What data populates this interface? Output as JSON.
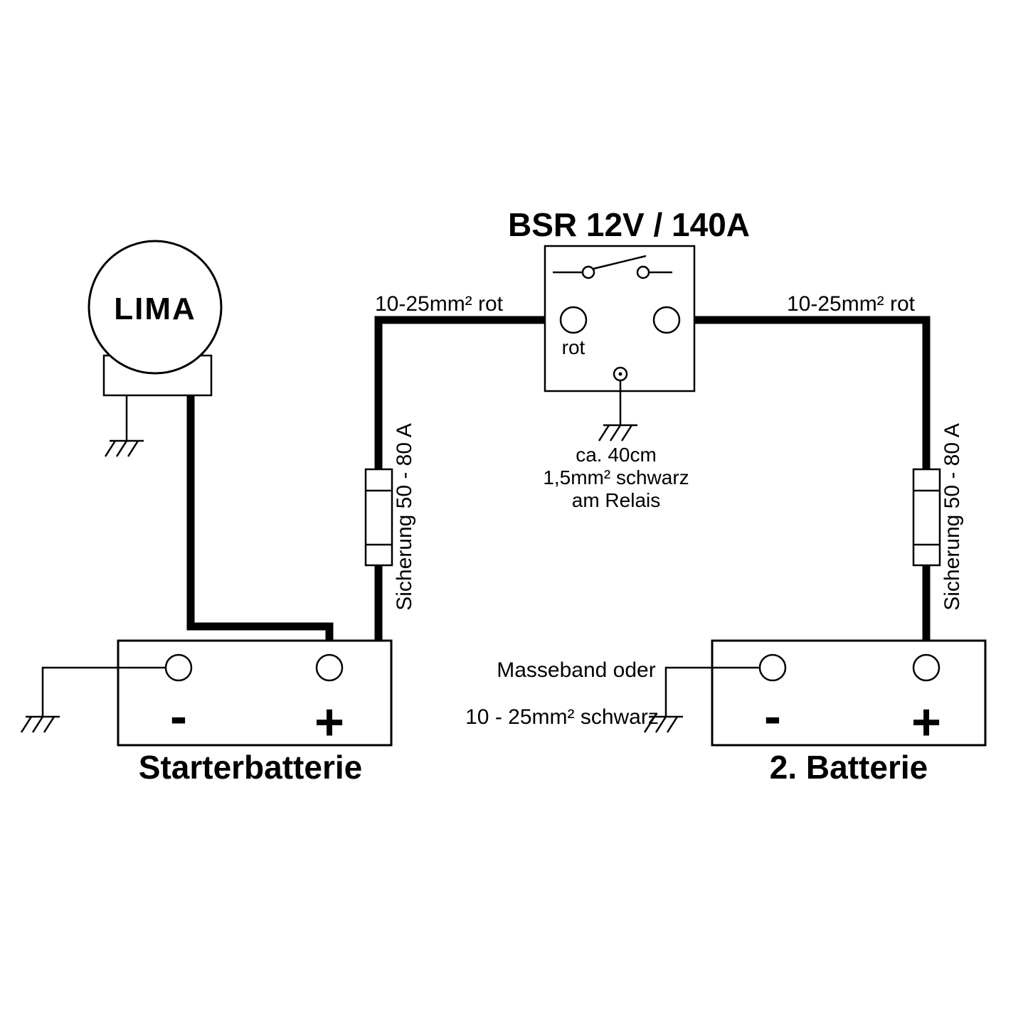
{
  "colors": {
    "line": "#000000",
    "background": "#ffffff"
  },
  "title": "BSR 12V / 140A",
  "alternator": {
    "label": "LIMA"
  },
  "relay": {
    "left_terminal_label": "rot",
    "ground_note": [
      "ca. 40cm",
      "1,5mm² schwarz",
      "am Relais"
    ]
  },
  "wires": {
    "left_label": "10-25mm² rot",
    "right_label": "10-25mm² rot",
    "ground_label_line1": "Masseband oder",
    "ground_label_line2": "10 - 25mm² schwarz"
  },
  "fuses": {
    "left_label": "Sicherung 50 - 80 A",
    "right_label": "Sicherung 50 - 80 A"
  },
  "starter_battery": {
    "name": "Starterbatterie",
    "minus_label": "-",
    "plus_label": "+"
  },
  "second_battery": {
    "name": "2. Batterie",
    "minus_label": "-",
    "plus_label": "+"
  }
}
